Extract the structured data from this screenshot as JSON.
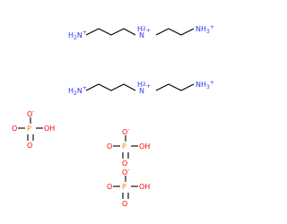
{
  "colors": {
    "nitrogen": "#3333ff",
    "oxygen": "#ff0000",
    "phosphorus": "#ff8000",
    "bond": "#000000"
  },
  "atoms": {
    "nitrogen_symbol": "N",
    "hydrogen_symbol": "H",
    "h2_subscript": "2",
    "h3_subscript": "3",
    "oxygen_symbol": "O",
    "hydroxyl": "OH",
    "phosphorus_symbol": "P",
    "plus_charge": "+",
    "minus_charge": "-"
  }
}
